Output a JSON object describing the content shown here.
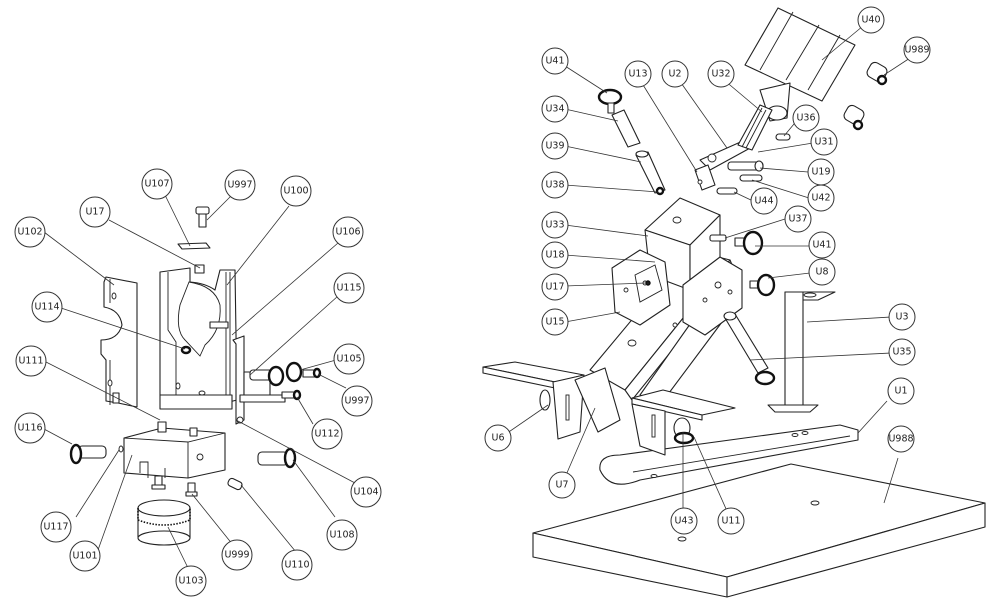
{
  "diagram": {
    "type": "exploded-assembly-drawing",
    "views": [
      {
        "name": "left-subassembly",
        "callouts": [
          "U107",
          "U997",
          "U17",
          "U100",
          "U102",
          "U106",
          "U115",
          "U114",
          "U105",
          "U111",
          "U997",
          "U112",
          "U116",
          "U104",
          "U117",
          "U101",
          "U999",
          "U110",
          "U108",
          "U103"
        ]
      },
      {
        "name": "right-assembly",
        "callouts": [
          "U40",
          "U989",
          "U41",
          "U13",
          "U2",
          "U32",
          "U34",
          "U36",
          "U31",
          "U39",
          "U19",
          "U38",
          "U44",
          "U42",
          "U33",
          "U37",
          "U41",
          "U18",
          "U8",
          "U17",
          "U15",
          "U3",
          "U35",
          "U1",
          "U6",
          "U988",
          "U7",
          "U43",
          "U11"
        ]
      }
    ]
  },
  "balloons": {
    "U107": "U107",
    "U997a": "U997",
    "U17a": "U17",
    "U100": "U100",
    "U102": "U102",
    "U106": "U106",
    "U115": "U115",
    "U114": "U114",
    "U105": "U105",
    "U111": "U111",
    "U997b": "U997",
    "U112": "U112",
    "U116": "U116",
    "U104": "U104",
    "U117": "U117",
    "U101": "U101",
    "U999": "U999",
    "U110": "U110",
    "U108": "U108",
    "U103": "U103",
    "U40": "U40",
    "U989": "U989",
    "U41a": "U41",
    "U13": "U13",
    "U2": "U2",
    "U32": "U32",
    "U34": "U34",
    "U36": "U36",
    "U31": "U31",
    "U39": "U39",
    "U19": "U19",
    "U38": "U38",
    "U44": "U44",
    "U42": "U42",
    "U33": "U33",
    "U37": "U37",
    "U41b": "U41",
    "U18": "U18",
    "U8": "U8",
    "U17b": "U17",
    "U15": "U15",
    "U3": "U3",
    "U35": "U35",
    "U1": "U1",
    "U6": "U6",
    "U988": "U988",
    "U7": "U7",
    "U43": "U43",
    "U11": "U11"
  }
}
